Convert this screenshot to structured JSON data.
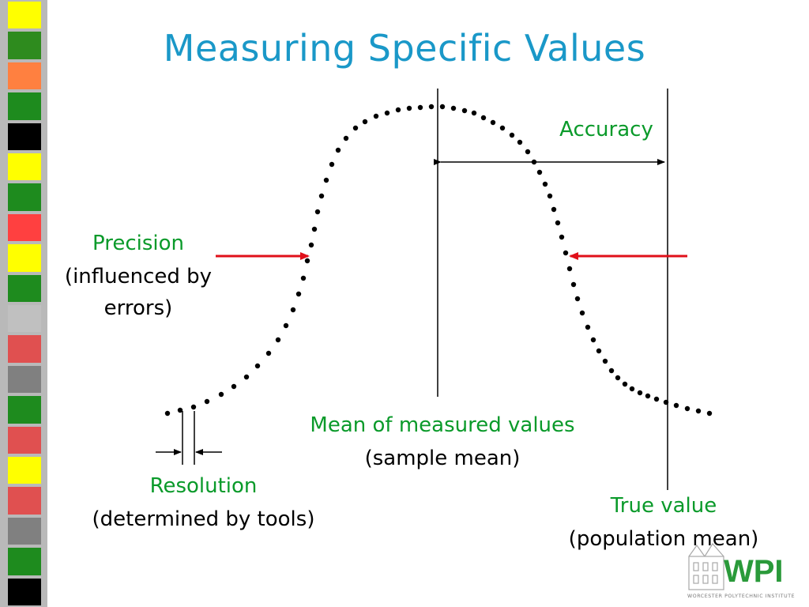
{
  "title": "Measuring Specific Values",
  "labels": {
    "accuracy": "Accuracy",
    "precision": "Precision",
    "precision_sub1": "(influenced by",
    "precision_sub2": "errors)",
    "mean": "Mean of measured values",
    "mean_sub": "(sample mean)",
    "resolution": "Resolution",
    "resolution_sub": "(determined by tools)",
    "true_value": "True value",
    "true_value_sub": "(population mean)"
  },
  "logo": {
    "text": "WPI",
    "tagline": "WORCESTER POLYTECHNIC INSTITUTE"
  },
  "colors": {
    "title": "#1a98c8",
    "label_green": "#0a9a2a",
    "arrow_red": "#e0101a",
    "logo_green": "#2a9a3a",
    "logo_red": "#c8102e",
    "strip_bg": "#b9b9b9"
  },
  "strip_colors": [
    "#ffff00",
    "#2e8b1e",
    "#ff8040",
    "#1e8b1e",
    "#000000",
    "#ffff00",
    "#1e8b1e",
    "#ff4040",
    "#ffff00",
    "#1e8b1e",
    "#c0c0c0",
    "#e05050",
    "#808080",
    "#1e8b1e",
    "#e05050",
    "#ffff00",
    "#e05050",
    "#808080",
    "#1e8b1e",
    "#000000"
  ]
}
